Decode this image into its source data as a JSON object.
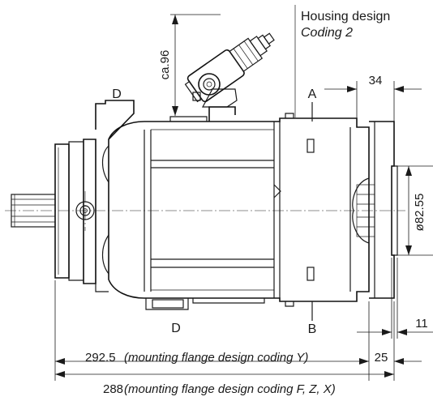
{
  "housing": {
    "title": "Housing design",
    "subtitle": "Coding 2"
  },
  "ports": {
    "a": "A",
    "b": "B",
    "d_top": "D",
    "d_bottom": "D"
  },
  "dimensions": {
    "height_valve": "ca.96",
    "width_34": "34",
    "diameter": "ø82.55",
    "width_11": "11",
    "width_25": "25",
    "len_292_value": "292.5",
    "len_292_note": "(mounting flange design coding Y)",
    "len_288_value": "288",
    "len_288_note": "(mounting flange design coding F, Z, X)"
  }
}
